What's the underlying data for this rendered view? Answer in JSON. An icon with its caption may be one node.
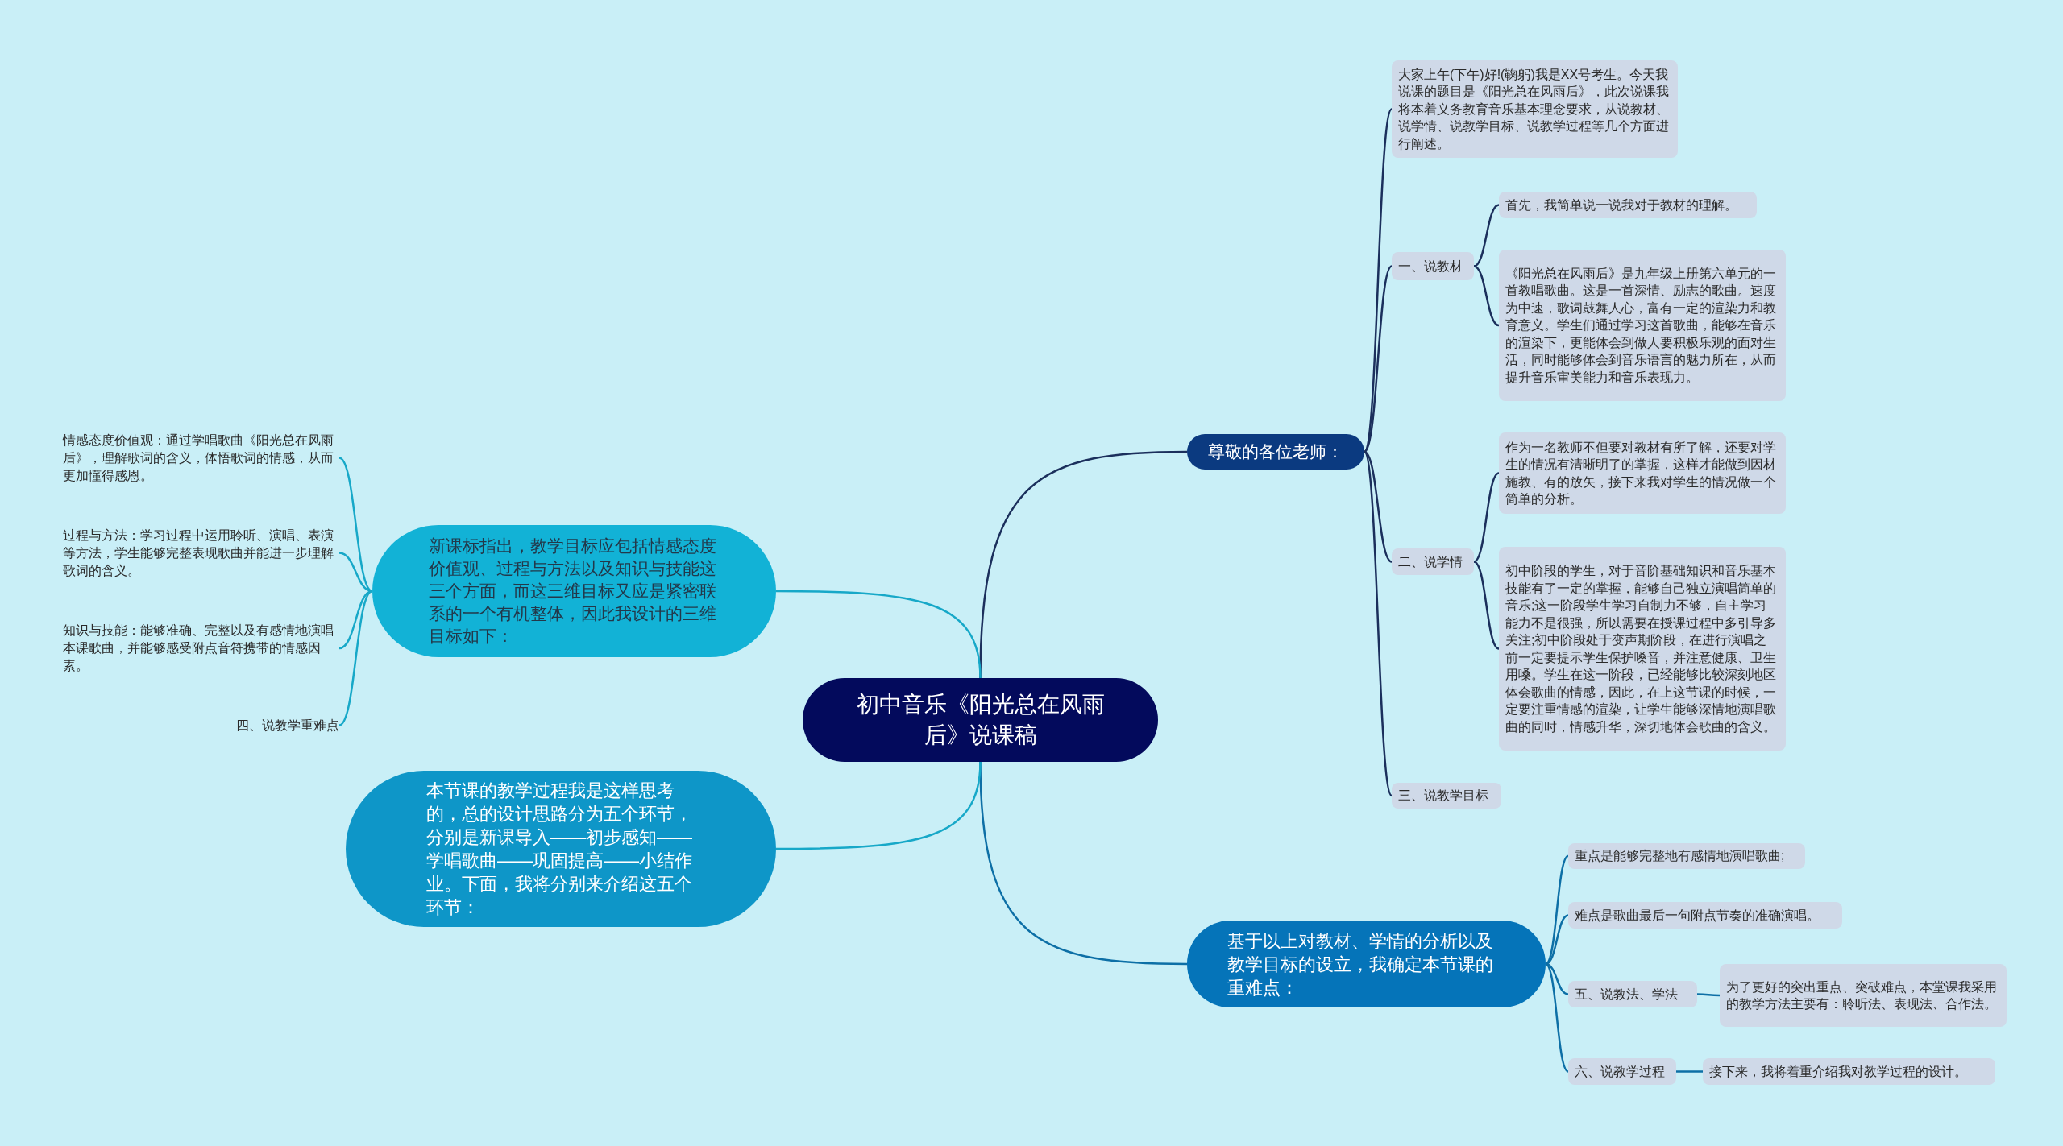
{
  "diagram": {
    "nodes": [
      {
        "text": [
          "初中音乐《阳光总在风雨后》说课稿"
        ]
      },
      {
        "text": [
          "尊敬的各位老师："
        ]
      },
      {
        "text": [
          "大家上午(下午)好!(鞠躬)我是XX号考生。今天我说课的题目是《阳光总在风雨后》，此次说课我将本着义务教育音乐基本理念要求，从说教材、说学情、说教学目标、说教学过程等几个方面进行阐述。"
        ]
      },
      {
        "text": [
          "一、说教材"
        ]
      },
      {
        "text": [
          "首先，我简单说一说我对于教材的理解。"
        ]
      },
      {
        "text": [
          "《阳光总在风雨后》是九年级上册第六单元的一首教唱歌曲。这是一首深情、励志的歌曲。速度为中速，歌词鼓舞人心，富有一定的渲染力和教育意义。学生们通过学习这首歌曲，能够在音乐的渲染下，更能体会到做人要积极乐观的面对生活，同时能够体会到音乐语言的魅力所在，从而提升音乐审美能力和音乐表现力。"
        ]
      },
      {
        "text": [
          "二、说学情"
        ]
      },
      {
        "text": [
          "作为一名教师不但要对教材有所了解，还要对学生的情况有清晰明了的掌握，这样才能做到因材施教、有的放矢，接下来我对学生的情况做一个简单的分析。"
        ]
      },
      {
        "text": [
          "初中阶段的学生，对于音阶基础知识和音乐基本技能有了一定的掌握，能够自己独立演唱简单的音乐;这一阶段学生学习自制力不够，自主学习能力不是很强，所以需要在授课过程中多引导多关注;初中阶段处于变声期阶段，在进行演唱之前一定要提示学生保护嗓音，并注意健康、卫生用嗓。学生在这一阶段，已经能够比较深刻地区体会歌曲的情感，因此，在上这节课的时候，一定要注重情感的渲染，让学生能够深情地演唱歌曲的同时，情感升华，深切地体会歌曲的含义。"
        ]
      },
      {
        "text": [
          "三、说教学目标"
        ]
      },
      {
        "text": [
          "基于以上对教材、学情的分析以及教学目标的设立，我确定本节课的重难点："
        ]
      },
      {
        "text": [
          "重点是能够完整地有感情地演唱歌曲;"
        ]
      },
      {
        "text": [
          "难点是歌曲最后一句附点节奏的准确演唱。"
        ]
      },
      {
        "text": [
          "五、说教法、学法"
        ]
      },
      {
        "text": [
          "为了更好的突出重点、突破难点，本堂课我采用的教学方法主要有：聆听法、表现法、合作法。"
        ]
      },
      {
        "text": [
          "六、说教学过程"
        ]
      },
      {
        "text": [
          "接下来，我将着重介绍我对教学过程的设计。"
        ]
      },
      {
        "text": [
          "新课标指出，教学目标应包括情感态度价值观、过程与方法以及知识与技能这三个方面，而这三维目标又应是紧密联系的一个有机整体，因此我设计的三维目标如下："
        ]
      },
      {
        "text": [
          "情感态度价值观：通过学唱歌曲《阳光总在风雨后》，理解歌词的含义，体悟歌词的情感，从而更加懂得感恩。"
        ]
      },
      {
        "text": [
          "过程与方法：学习过程中运用聆听、演唱、表演等方法，学生能够完整表现歌曲并能进一步理解歌词的含义。"
        ]
      },
      {
        "text": [
          "知识与技能：能够准确、完整以及有感情地演唱本课歌曲，并能够感受附点音符携带的情感因素。"
        ]
      },
      {
        "text": [
          "四、说教学重难点"
        ]
      },
      {
        "text": [
          "本节课的教学过程我是这样思考的，总的设计思路分为五个环节，分别是新课导入——初步感知——学唱歌曲——巩固提高——小结作业。下面，我将分别来介绍这五个环节："
        ]
      }
    ],
    "edges": [
      {
        "from": 0,
        "to": 1,
        "arrow": "none"
      },
      {
        "from": 1,
        "to": 2,
        "arrow": "none"
      },
      {
        "from": 1,
        "to": 3,
        "arrow": "none"
      },
      {
        "from": 3,
        "to": 4,
        "arrow": "none"
      },
      {
        "from": 3,
        "to": 5,
        "arrow": "none"
      },
      {
        "from": 1,
        "to": 6,
        "arrow": "none"
      },
      {
        "from": 6,
        "to": 7,
        "arrow": "none"
      },
      {
        "from": 6,
        "to": 8,
        "arrow": "none"
      },
      {
        "from": 1,
        "to": 9,
        "arrow": "none"
      },
      {
        "from": 0,
        "to": 10,
        "arrow": "none",
        "color": "#0d6fa6"
      },
      {
        "from": 10,
        "to": 11,
        "arrow": "none",
        "color": "#0d6fa6"
      },
      {
        "from": 10,
        "to": 12,
        "arrow": "none",
        "color": "#0d6fa6"
      },
      {
        "from": 10,
        "to": 13,
        "arrow": "none",
        "color": "#0d6fa6"
      },
      {
        "from": 13,
        "to": 14,
        "arrow": "none",
        "color": "#0d6fa6"
      },
      {
        "from": 10,
        "to": 15,
        "arrow": "none",
        "color": "#0d6fa6"
      },
      {
        "from": 15,
        "to": 16,
        "arrow": "none",
        "color": "#0d6fa6"
      },
      {
        "from": 0,
        "to": 17,
        "arrow": "none",
        "color": "#17a8c8"
      },
      {
        "from": 17,
        "to": 18,
        "arrow": "none",
        "color": "#17a8c8"
      },
      {
        "from": 17,
        "to": 19,
        "arrow": "none",
        "color": "#17a8c8"
      },
      {
        "from": 17,
        "to": 20,
        "arrow": "none",
        "color": "#17a8c8"
      },
      {
        "from": 17,
        "to": 21,
        "arrow": "none",
        "color": "#17a8c8"
      },
      {
        "from": 0,
        "to": 22,
        "arrow": "none",
        "color": "#17a8c8"
      }
    ]
  }
}
